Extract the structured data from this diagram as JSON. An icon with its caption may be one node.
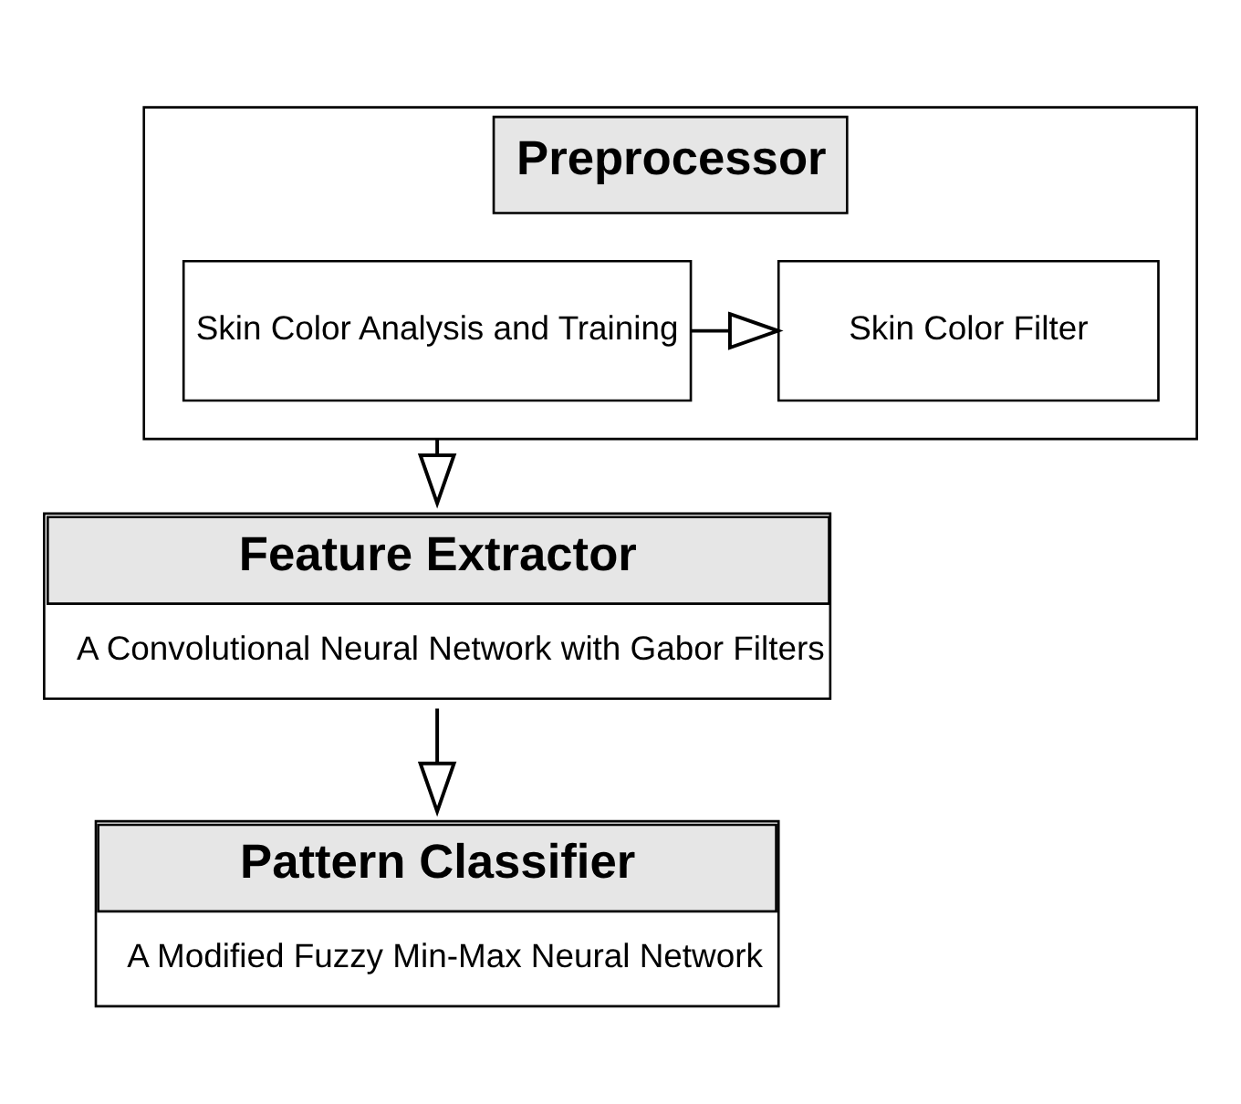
{
  "diagram": {
    "nodes": [
      {
        "text": [
          "Preprocessor"
        ]
      },
      {
        "text": [
          "Skin Color Analysis and Training"
        ],
        "in": 0
      },
      {
        "text": [
          "Skin Color Filter"
        ],
        "in": 0
      },
      {
        "text": [
          "Feature Extractor",
          "A Convolutional Neural Network with Gabor Filters"
        ]
      },
      {
        "text": [
          "Pattern Classifier",
          "A Modified Fuzzy Min-Max Neural Network"
        ]
      }
    ],
    "edges": [
      {
        "from": 1,
        "to": 2,
        "arrow": "to"
      },
      {
        "from": 0,
        "to": 3,
        "arrow": "to"
      },
      {
        "from": 3,
        "to": 4,
        "arrow": "to"
      }
    ]
  }
}
